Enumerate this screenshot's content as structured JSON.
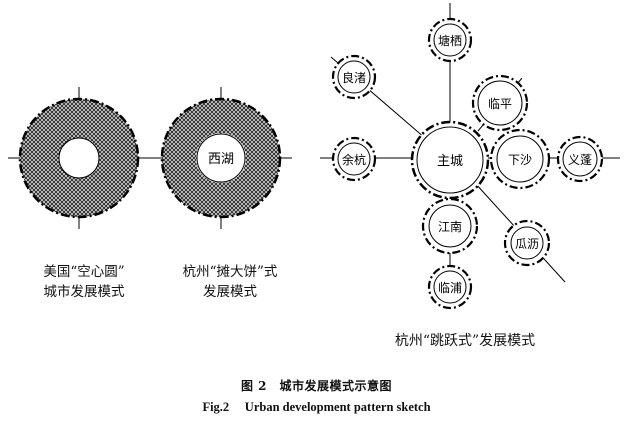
{
  "diagram": {
    "left_model": {
      "caption_line1": "美国“空心圆”",
      "caption_line2": "城市发展模式"
    },
    "middle_model": {
      "center_label": "西湖",
      "caption_line1": "杭州“摊大饼”式",
      "caption_line2": "发展模式"
    },
    "right_model": {
      "caption": "杭州“跳跃式”发展模式",
      "main_city": "主城",
      "satellites": {
        "tangqi": "塘栖",
        "liangzhu": "良渚",
        "linping": "临平",
        "yuhang": "余杭",
        "xiasha": "下沙",
        "yipeng": "义蓬",
        "jiangnan": "江南",
        "guali": "瓜沥",
        "linpu": "临浦"
      }
    }
  },
  "caption": {
    "cn": "图 2　城市发展模式示意图",
    "en": "Fig.2　 Urban development pattern sketch"
  }
}
